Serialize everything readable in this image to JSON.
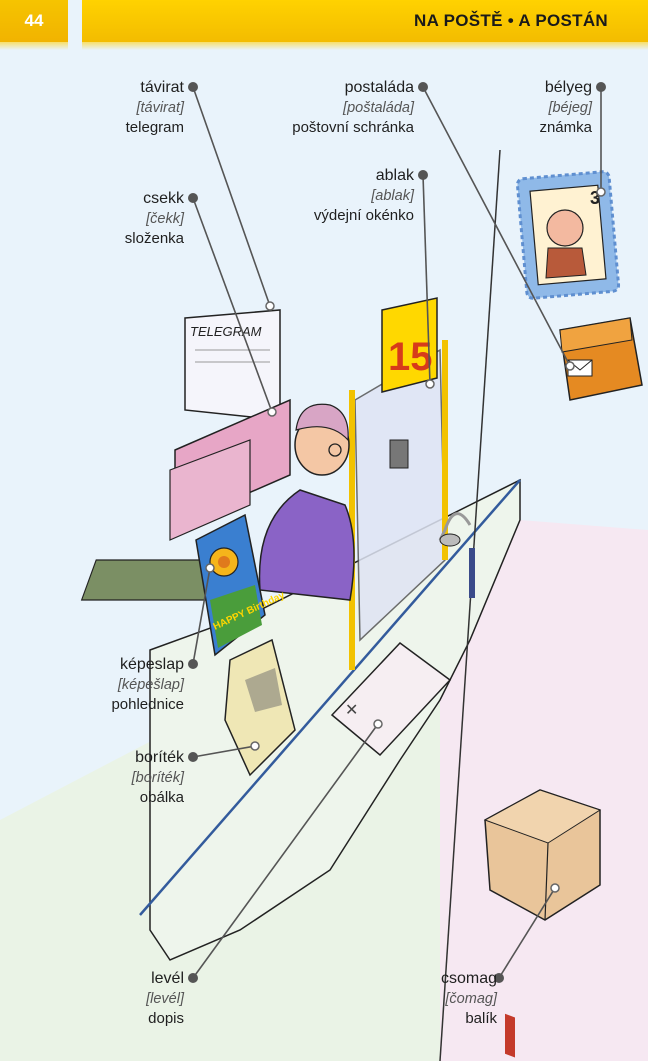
{
  "header": {
    "page_number": "44",
    "title": "NA POŠTĚ • A POSTÁN"
  },
  "labels": [
    {
      "id": "tavirat",
      "hu": "távirat",
      "pron": "[távirat]",
      "cz": "telegram"
    },
    {
      "id": "postalada",
      "hu": "postaláda",
      "pron": "[poštaláda]",
      "cz": "poštovní schránka"
    },
    {
      "id": "belyeg",
      "hu": "bélyeg",
      "pron": "[béjeg]",
      "cz": "známka"
    },
    {
      "id": "ablak",
      "hu": "ablak",
      "pron": "[ablak]",
      "cz": "výdejní okénko"
    },
    {
      "id": "csekk",
      "hu": "csekk",
      "pron": "[čekk]",
      "cz": "složenka"
    },
    {
      "id": "kepeslap",
      "hu": "képeslap",
      "pron": "[képešlap]",
      "cz": "pohlednice"
    },
    {
      "id": "boritek",
      "hu": "boríték",
      "pron": "[boríték]",
      "cz": "obálka"
    },
    {
      "id": "level",
      "hu": "levél",
      "pron": "[levél]",
      "cz": "dopis"
    },
    {
      "id": "csomag",
      "hu": "csomag",
      "pron": "[čomag]",
      "cz": "balík"
    }
  ],
  "illustration": {
    "telegram_text": "TELEGRAM",
    "window_number": "15",
    "stamp_value": "3",
    "card_text": "HAPPY Birthday"
  }
}
